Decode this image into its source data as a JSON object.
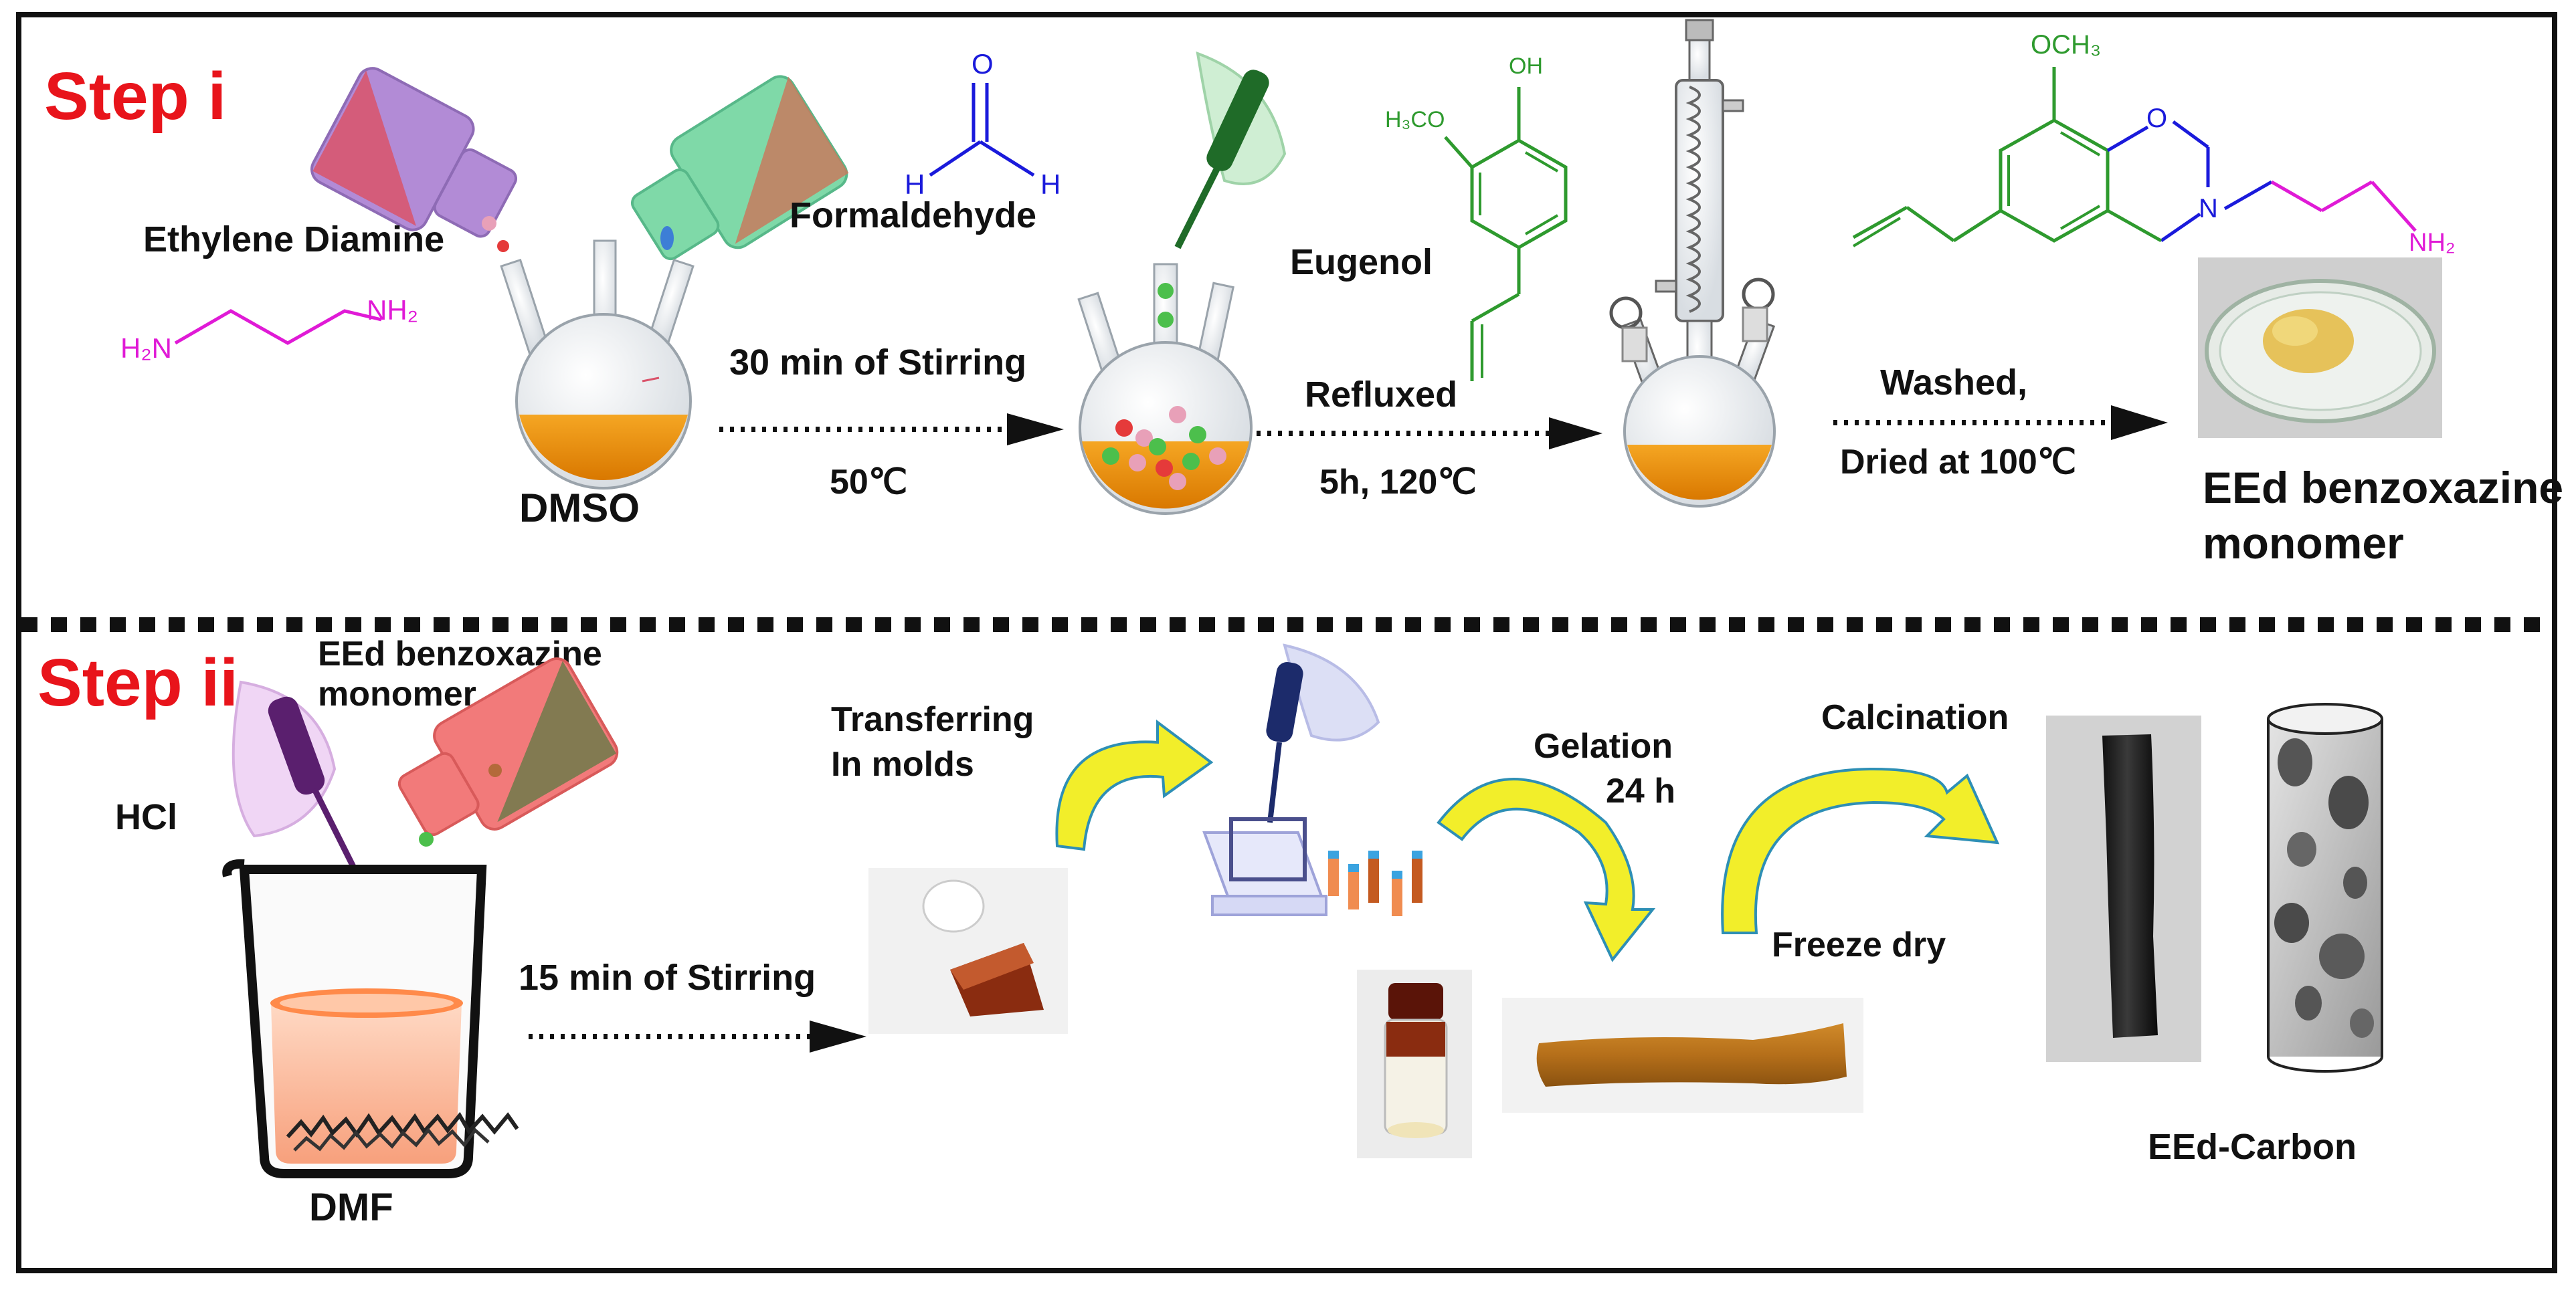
{
  "step1": {
    "title": "Step i",
    "ethylene_diamine": "Ethylene Diamine",
    "h2n": "H₂N",
    "nh2": "NH₂",
    "dmso": "DMSO",
    "formaldehyde": "Formaldehyde",
    "o_atom": "O",
    "h_atom": "H",
    "stir_label": "30 min of Stirring",
    "stir_temp": "50℃",
    "eugenol": "Eugenol",
    "h3co": "H₃CO",
    "oh": "OH",
    "refluxed": "Refluxed",
    "reflux_cond": "5h, 120℃",
    "washed": "Washed,",
    "dried": "Dried at 100℃",
    "och3": "OCH₃",
    "ring_o": "O",
    "ring_n": "N",
    "product_nh2": "NH₂",
    "product_line1": "EEd benzoxazine",
    "product_line2": "monomer"
  },
  "step2": {
    "title": "Step ii",
    "monomer_line1": "EEd benzoxazine",
    "monomer_line2": "monomer",
    "hcl": "HCl",
    "dmf": "DMF",
    "stir_label": "15 min of Stirring",
    "transfer_line1": "Transferring",
    "transfer_line2": "In molds",
    "gelation_line1": "Gelation",
    "gelation_line2": "24 h",
    "freeze": "Freeze dry",
    "calcination": "Calcination",
    "carbon": "EEd-Carbon"
  },
  "colors": {
    "step_red": "#e8141b",
    "orange_liquid": "#f08c00",
    "chem_blue": "#1a1adb",
    "chem_green": "#2e9a2e",
    "chem_magenta": "#e01ad6",
    "arrow_yellow": "#f2ee2a"
  }
}
